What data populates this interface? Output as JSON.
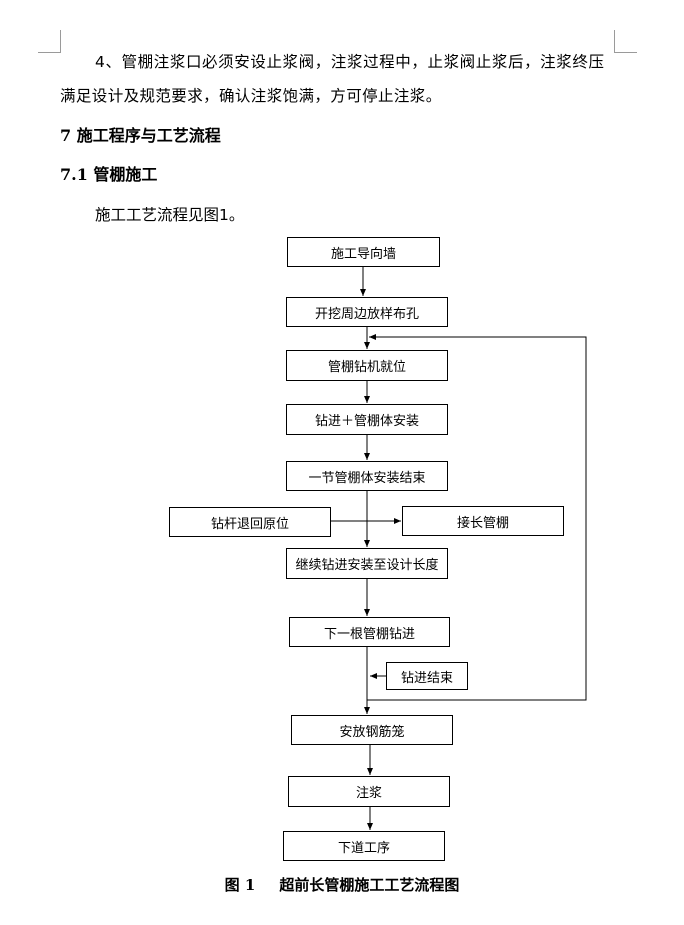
{
  "document": {
    "paragraph_4_line1": "4、管棚注浆口必须安设止浆阀，注浆过程中，止浆阀止浆后，注浆终压",
    "paragraph_4_line2": "满足设计及规范要求，确认注浆饱满，方可停止注浆。",
    "heading_7": "7 施工程序与工艺流程",
    "heading_7_1": "7.1 管棚施工",
    "intro": "施工工艺流程见图1。"
  },
  "flowchart": {
    "steps": [
      "施工导向墙",
      "开挖周边放样布孔",
      "管棚钻机就位",
      "钻进＋管棚体安装",
      "一节管棚体安装结束",
      "钻杆退回原位",
      "接长管棚",
      "继续钻进安装至设计长度",
      "下一根管棚钻进",
      "钻进结束",
      "安放钢筋笼",
      "注浆",
      "下道工序"
    ]
  },
  "figure": {
    "number": "图 1",
    "title": "超前长管棚施工工艺流程图"
  }
}
